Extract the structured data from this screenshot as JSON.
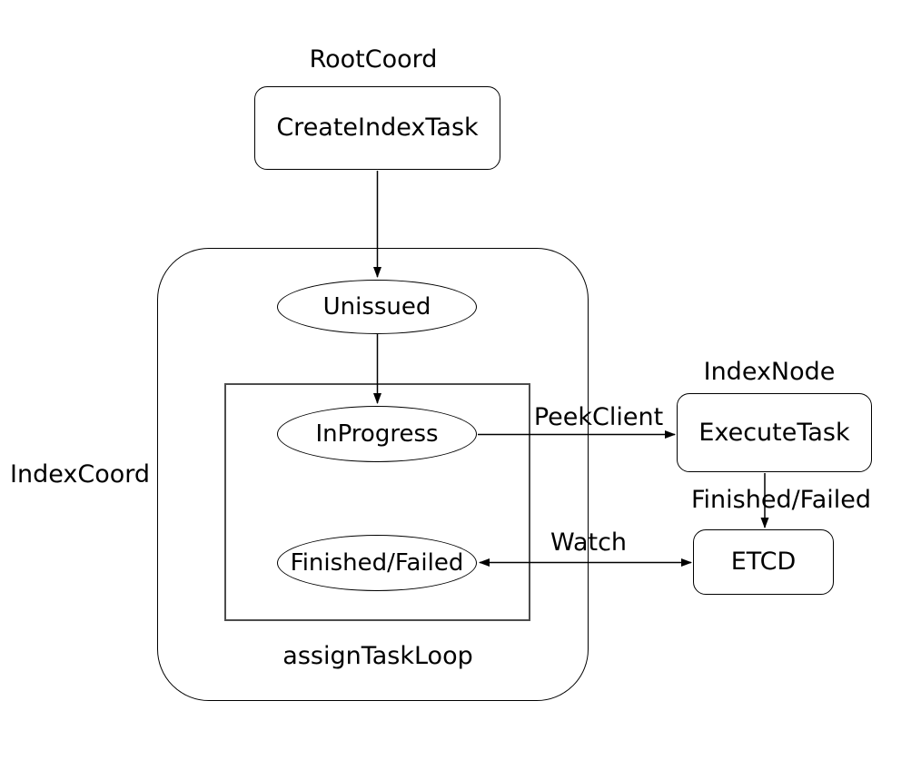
{
  "canvas": {
    "background_color": "#ffffff",
    "stroke_color": "#000000",
    "inner_loop_stroke_color": "#4d4d4d",
    "text_color": "#000000"
  },
  "group_labels": {
    "root_coord": "RootCoord",
    "index_coord": "IndexCoord",
    "index_node": "IndexNode",
    "assign_task_loop": "assignTaskLoop"
  },
  "nodes": {
    "create_index_task": {
      "label": "CreateIndexTask",
      "shape": "rounded-rect"
    },
    "unissued": {
      "label": "Unissued",
      "shape": "ellipse"
    },
    "in_progress": {
      "label": "InProgress",
      "shape": "ellipse"
    },
    "finished_failed_state": {
      "label": "Finished/Failed",
      "shape": "ellipse"
    },
    "execute_task": {
      "label": "ExecuteTask",
      "shape": "rounded-rect"
    },
    "etcd": {
      "label": "ETCD",
      "shape": "rounded-rect"
    }
  },
  "edges": {
    "create_to_unissued": {
      "label": "",
      "from": "CreateIndexTask",
      "to": "Unissued",
      "direction": "single"
    },
    "unissued_to_in_progress": {
      "label": "",
      "from": "Unissued",
      "to": "InProgress",
      "direction": "single"
    },
    "peek_client": {
      "label": "PeekClient",
      "from": "InProgress",
      "to": "ExecuteTask",
      "direction": "single"
    },
    "finished_failed": {
      "label": "Finished/Failed",
      "from": "ExecuteTask",
      "to": "ETCD",
      "direction": "single"
    },
    "watch": {
      "label": "Watch",
      "from": "Finished/Failed",
      "to": "ETCD",
      "direction": "double"
    }
  }
}
